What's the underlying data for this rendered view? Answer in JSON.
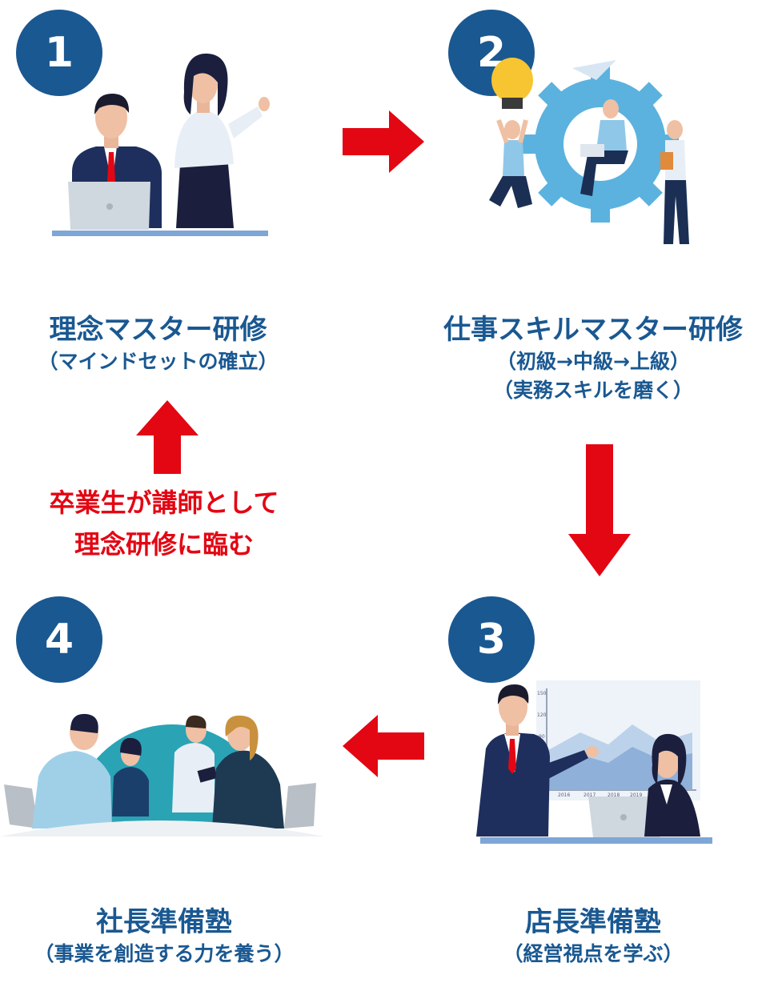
{
  "steps": [
    {
      "number": "1",
      "title": "理念マスター研修",
      "subtitle": "（マインドセットの確立）"
    },
    {
      "number": "2",
      "title": "仕事スキルマスター研修",
      "subtitle": "（初級→中級→上級）",
      "subtitle2": "（実務スキルを磨く）"
    },
    {
      "number": "3",
      "title": "店長準備塾",
      "subtitle": "（経営視点を学ぶ）"
    },
    {
      "number": "4",
      "title": "社長準備塾",
      "subtitle": "（事業を創造する力を養う）"
    }
  ],
  "note": {
    "line1": "卒業生が講師として",
    "line2": "理念研修に臨む"
  },
  "chart_axis": {
    "y": [
      "150",
      "120",
      "90"
    ],
    "x": [
      "2016",
      "2017",
      "2018",
      "2019"
    ]
  },
  "colors": {
    "badge": "#1a5891",
    "title": "#1a5891",
    "arrow": "#e30613",
    "note": "#e30613"
  }
}
